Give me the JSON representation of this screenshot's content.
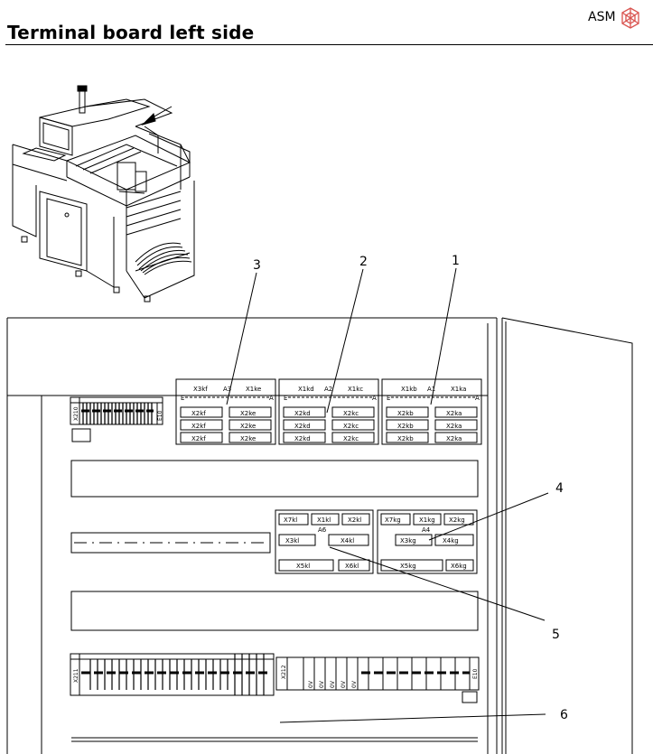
{
  "header": {
    "title": "Terminal board left side",
    "logo": "ASM",
    "logo_icon": "asm-logo-icon"
  },
  "callouts": [
    "1",
    "2",
    "3",
    "4",
    "5",
    "6"
  ],
  "modules": {
    "a1": {
      "name": "A1",
      "ends": [
        "E",
        "A"
      ],
      "top": [
        "X1kb",
        "X1ka"
      ],
      "r1": [
        "X2kb",
        "X2ka"
      ],
      "r2": [
        "X2kb",
        "X2ka"
      ],
      "r3": [
        "X2kb",
        "X2ka"
      ]
    },
    "a2": {
      "name": "A2",
      "ends": [
        "E",
        "A"
      ],
      "top": [
        "X1kd",
        "X1kc"
      ],
      "r1": [
        "X2kd",
        "X2kc"
      ],
      "r2": [
        "X2kd",
        "X2kc"
      ],
      "r3": [
        "X2kd",
        "X2kc"
      ]
    },
    "a3": {
      "name": "A3",
      "ends": [
        "E",
        "A"
      ],
      "top": [
        "X3kf",
        "X1ke"
      ],
      "r1": [
        "X2kf",
        "X2ke"
      ],
      "r2": [
        "X2kf",
        "X2ke"
      ],
      "r3": [
        "X2kf",
        "X2ke"
      ]
    },
    "a4": {
      "name": "A4",
      "top": [
        "X7kg",
        "X1kg",
        "X2kg"
      ],
      "mid": [
        "X3kg",
        "X4kg"
      ],
      "bottom": [
        "X5kg",
        "X6kg"
      ]
    },
    "a6": {
      "name": "A6",
      "top": [
        "X7kl",
        "X1kl",
        "X2kl"
      ],
      "mid": [
        "X3kl",
        "X4kl"
      ],
      "bottom": [
        "X5kl",
        "X6kl"
      ]
    }
  },
  "strips": {
    "x210": "X210",
    "x211": "X211",
    "x212": "X212",
    "e10": "E10",
    "e10b": "E10",
    "zero_v": "0V"
  }
}
